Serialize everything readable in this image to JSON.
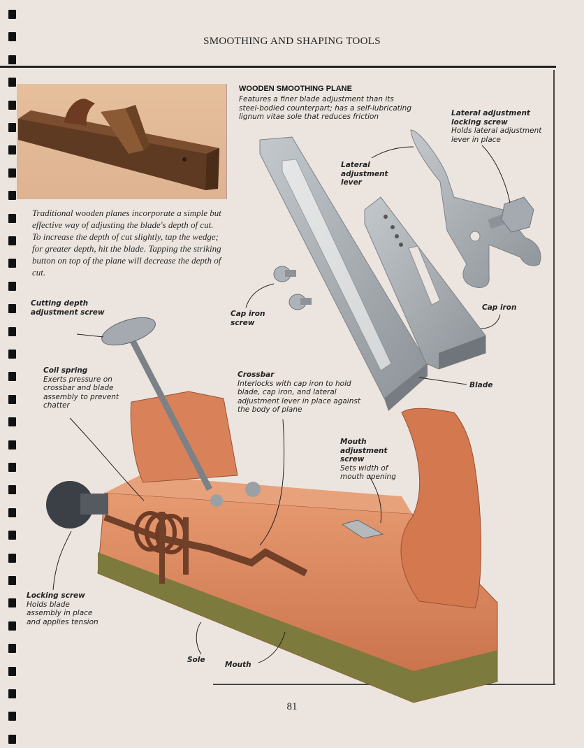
{
  "header": {
    "title": "SMOOTHING AND SHAPING TOOLS"
  },
  "caption": {
    "text": "Traditional wooden planes incorporate a simple but effective way of adjusting the blade's depth of cut. To increase the depth of cut slightly, tap the wedge; for greater depth, hit the blade. Tapping the striking button on top of the plane will decrease the depth of cut."
  },
  "main": {
    "title": "WOODEN SMOOTHING PLANE",
    "description": "Features a finer blade adjustment than its steel-bodied counterpart; has a self-lubricating lignum vitae sole that reduces friction"
  },
  "labels": {
    "lateral_locking": {
      "name": "Lateral adjustment locking screw",
      "desc": "Holds lateral adjustment lever in place"
    },
    "lateral_lever": {
      "name": "Lateral adjustment lever"
    },
    "cap_iron_screw": {
      "name": "Cap iron screw"
    },
    "cap_iron": {
      "name": "Cap iron"
    },
    "cutting_depth": {
      "name": "Cutting depth adjustment screw"
    },
    "coil_spring": {
      "name": "Coil spring",
      "desc": "Exerts pressure on crossbar and blade assembly to prevent chatter"
    },
    "crossbar": {
      "name": "Crossbar",
      "desc": "Interlocks with cap iron to hold blade, cap iron, and lateral adjustment lever in place against the body of plane"
    },
    "blade": {
      "name": "Blade"
    },
    "mouth_adj": {
      "name": "Mouth adjustment screw",
      "desc": "Sets width of mouth opening"
    },
    "locking_screw": {
      "name": "Locking screw",
      "desc": "Holds blade assembly in place and applies tension"
    },
    "sole": {
      "name": "Sole"
    },
    "mouth": {
      "name": "Mouth"
    }
  },
  "footer": {
    "page_number": "81"
  },
  "colors": {
    "wood": "#d9825a",
    "metal": "#9aa0a6",
    "sole": "#7c7a3c",
    "page": "#ece5df"
  }
}
